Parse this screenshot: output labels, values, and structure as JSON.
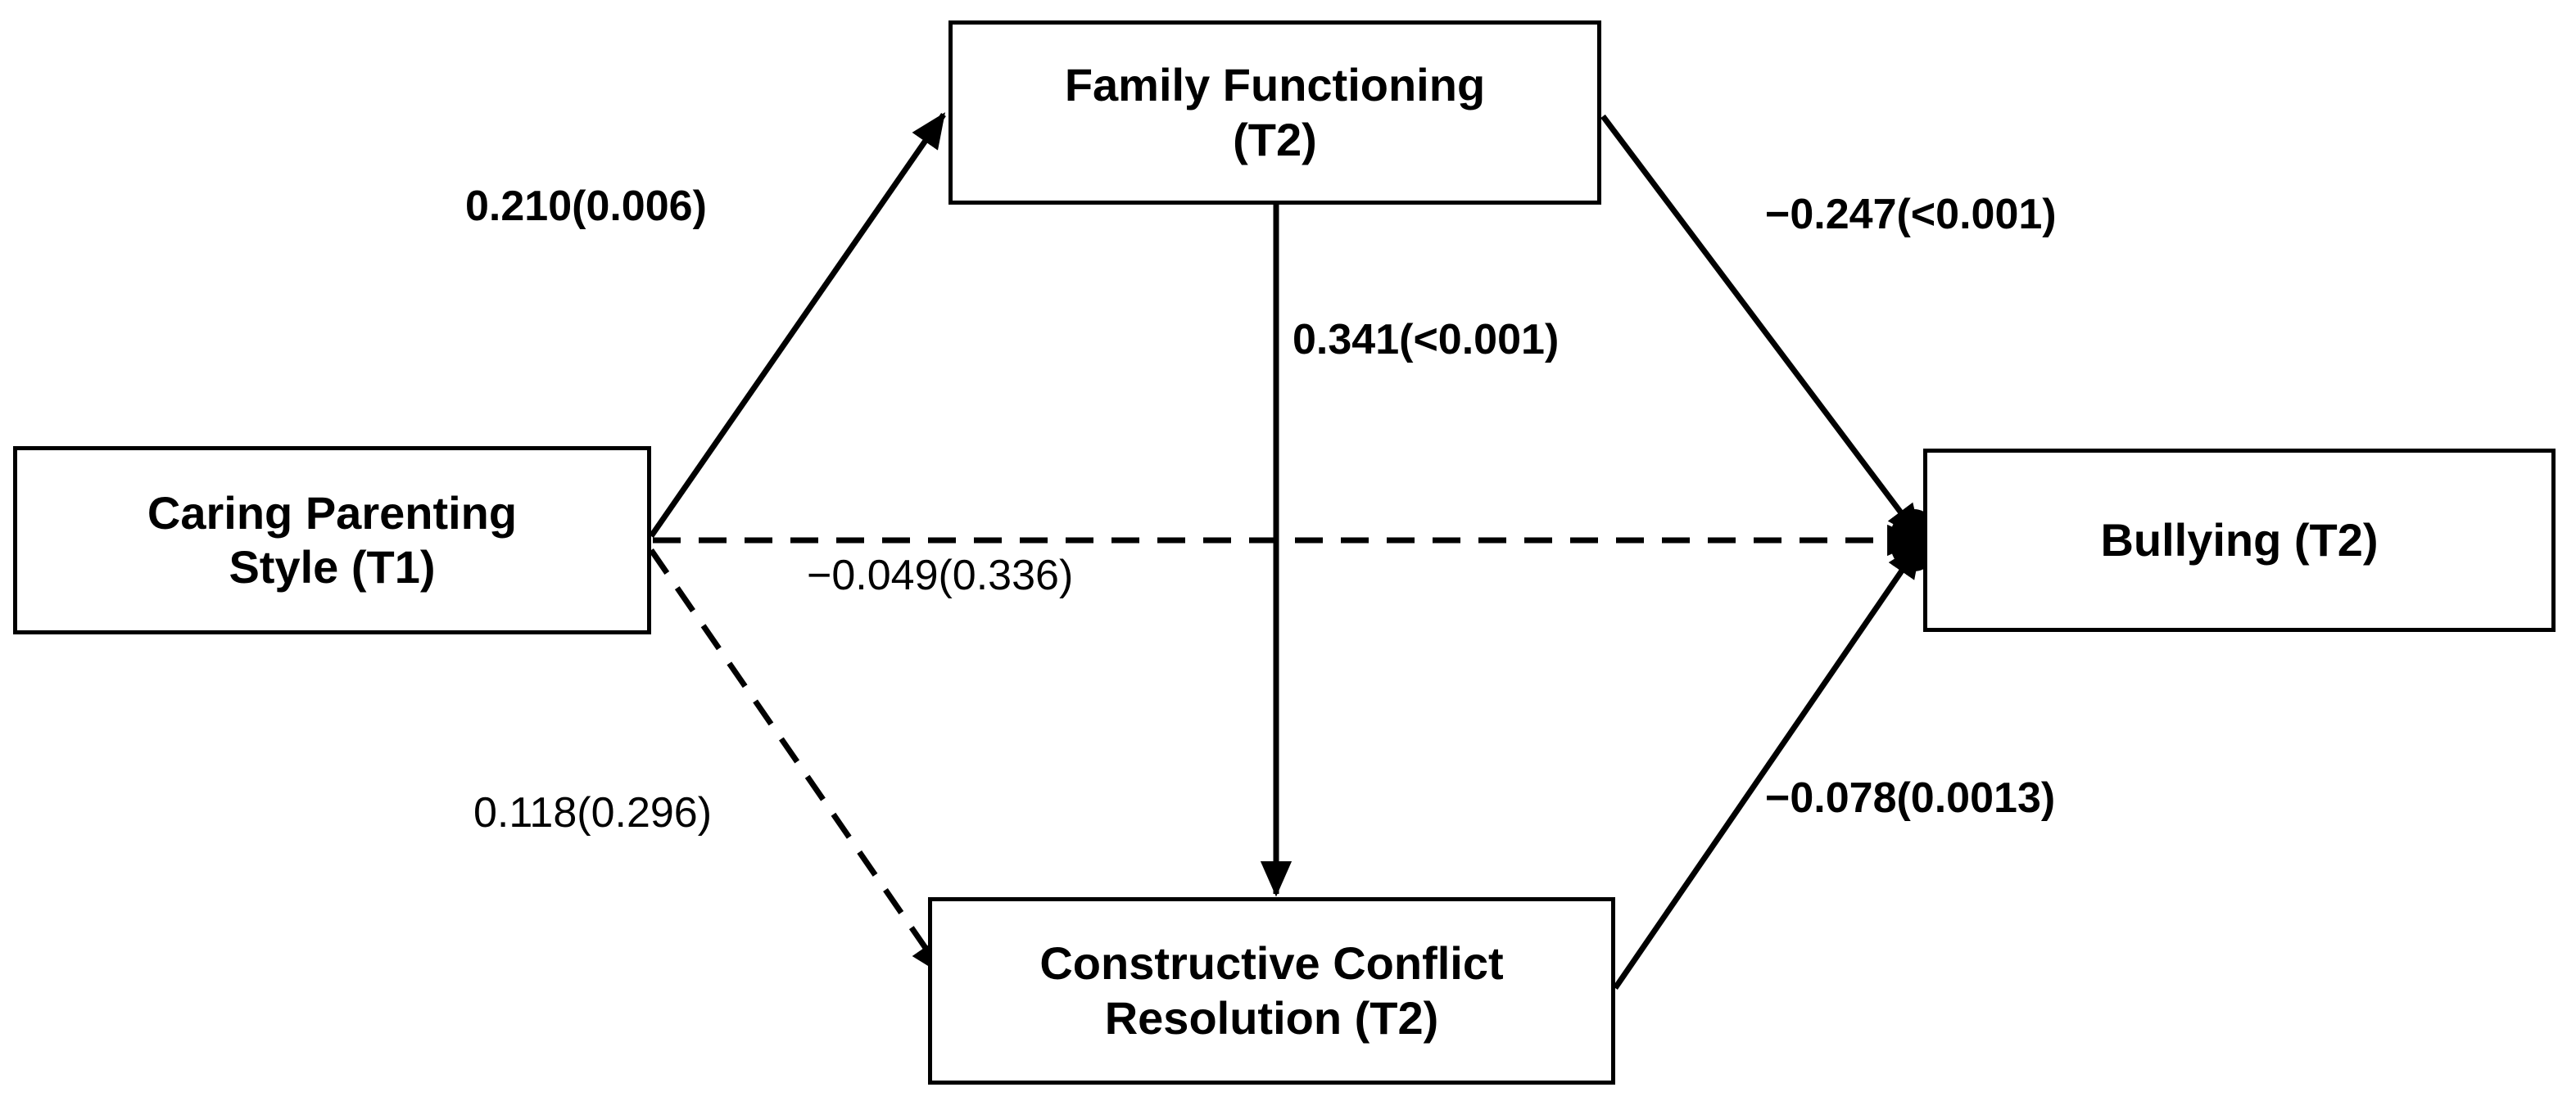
{
  "diagram": {
    "type": "path-diagram",
    "background_color": "#ffffff",
    "line_color": "#000000",
    "box_border_color": "#000000",
    "nodes": [
      {
        "id": "caring-parenting-style",
        "label": "Caring Parenting\nStyle (T1)",
        "line1": "Caring Parenting",
        "line2": "Style (T1)",
        "role": "predictor"
      },
      {
        "id": "family-functioning",
        "label": "Family Functioning\n(T2)",
        "line1": "Family Functioning",
        "line2": "(T2)",
        "role": "mediator"
      },
      {
        "id": "constructive-conflict-resolution",
        "label": "Constructive Conflict\nResolution (T2)",
        "line1": "Constructive Conflict",
        "line2": "Resolution (T2)",
        "role": "mediator"
      },
      {
        "id": "bullying",
        "label": "Bullying (T2)",
        "line1": "Bullying (T2)",
        "line2": "",
        "role": "outcome"
      }
    ],
    "paths": [
      {
        "id": "cp-to-ff",
        "from": "caring-parenting-style",
        "to": "family-functioning",
        "coefficient": "0.210",
        "p_value": "0.006",
        "label": "0.210(0.006)",
        "style": "solid",
        "significant": true
      },
      {
        "id": "ff-to-bullying",
        "from": "family-functioning",
        "to": "bullying",
        "coefficient": "−0.247",
        "p_value": "<0.001",
        "label": "−0.247(<0.001)",
        "style": "solid",
        "significant": true
      },
      {
        "id": "ff-to-ccr",
        "from": "family-functioning",
        "to": "constructive-conflict-resolution",
        "coefficient": "0.341",
        "p_value": "<0.001",
        "label": "0.341(<0.001)",
        "style": "solid",
        "significant": true
      },
      {
        "id": "cp-to-bullying",
        "from": "caring-parenting-style",
        "to": "bullying",
        "coefficient": "−0.049",
        "p_value": "0.336",
        "label": "−0.049(0.336)",
        "style": "dashed",
        "significant": false
      },
      {
        "id": "cp-to-ccr",
        "from": "caring-parenting-style",
        "to": "constructive-conflict-resolution",
        "coefficient": "0.118",
        "p_value": "0.296",
        "label": "0.118(0.296)",
        "style": "dashed",
        "significant": false
      },
      {
        "id": "ccr-to-bullying",
        "from": "constructive-conflict-resolution",
        "to": "bullying",
        "coefficient": "−0.078",
        "p_value": "0.0013",
        "label": "−0.078(0.0013)",
        "style": "solid",
        "significant": true
      }
    ]
  }
}
